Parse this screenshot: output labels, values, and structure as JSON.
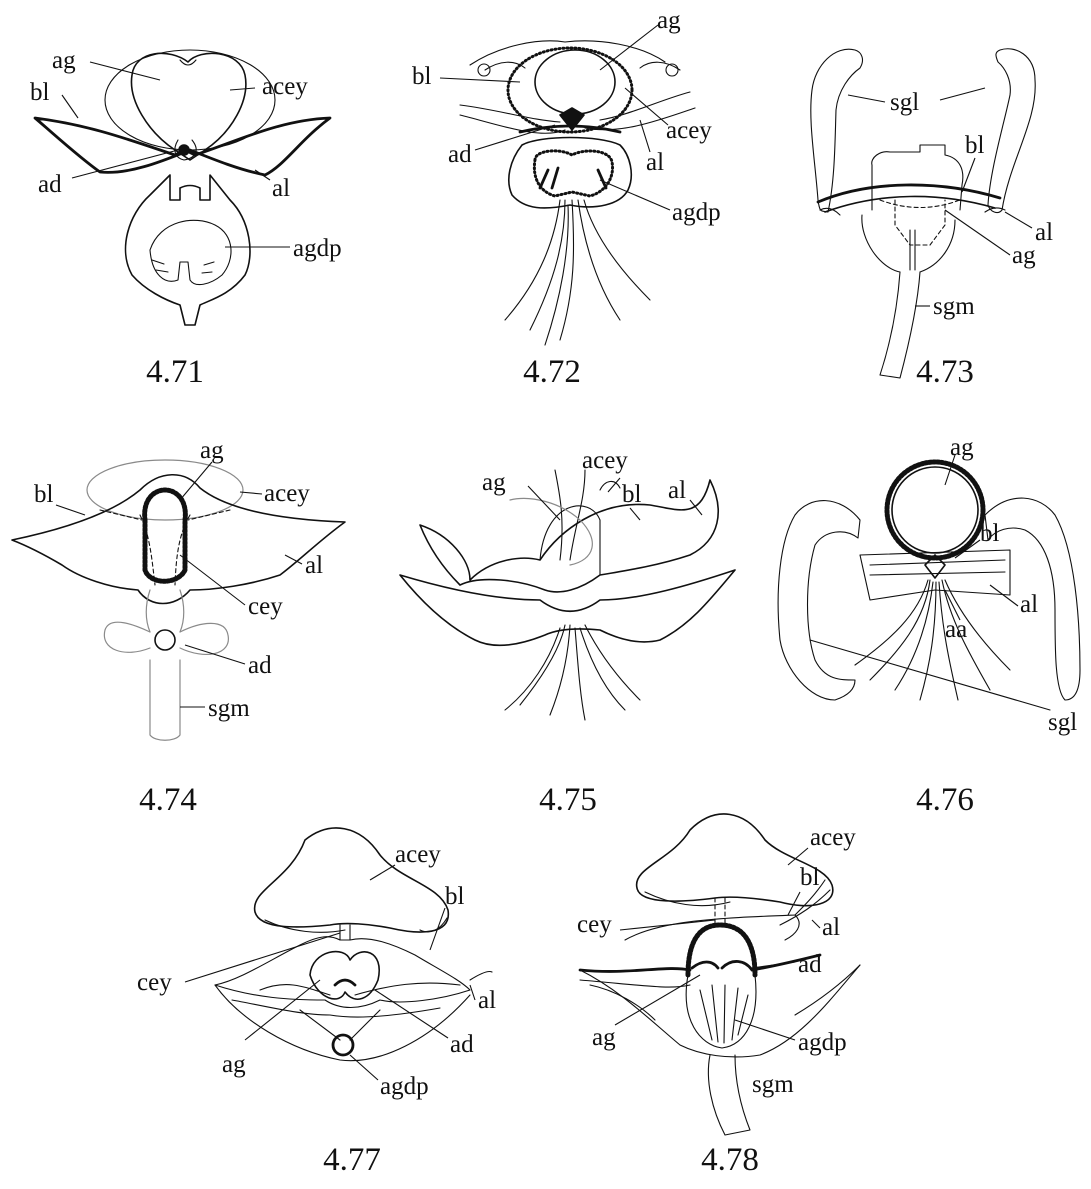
{
  "figures": [
    {
      "number": "4.71",
      "labels": [
        "ag",
        "bl",
        "acey",
        "ad",
        "al",
        "agdp"
      ]
    },
    {
      "number": "4.72",
      "labels": [
        "ag",
        "bl",
        "acey",
        "ad",
        "al",
        "agdp"
      ]
    },
    {
      "number": "4.73",
      "labels": [
        "sgl",
        "sgl",
        "bl",
        "al",
        "ag",
        "sgm"
      ]
    },
    {
      "number": "4.74",
      "labels": [
        "ag",
        "bl",
        "acey",
        "al",
        "cey",
        "ad",
        "sgm"
      ]
    },
    {
      "number": "4.75",
      "labels": [
        "acey",
        "ag",
        "bl",
        "al"
      ]
    },
    {
      "number": "4.76",
      "labels": [
        "ag",
        "bl",
        "al",
        "aa",
        "sgl"
      ]
    },
    {
      "number": "4.77",
      "labels": [
        "acey",
        "bl",
        "cey",
        "al",
        "ag",
        "ad",
        "agdp"
      ]
    },
    {
      "number": "4.78",
      "labels": [
        "acey",
        "bl",
        "cey",
        "al",
        "ad",
        "ag",
        "agdp",
        "sgm"
      ]
    }
  ]
}
